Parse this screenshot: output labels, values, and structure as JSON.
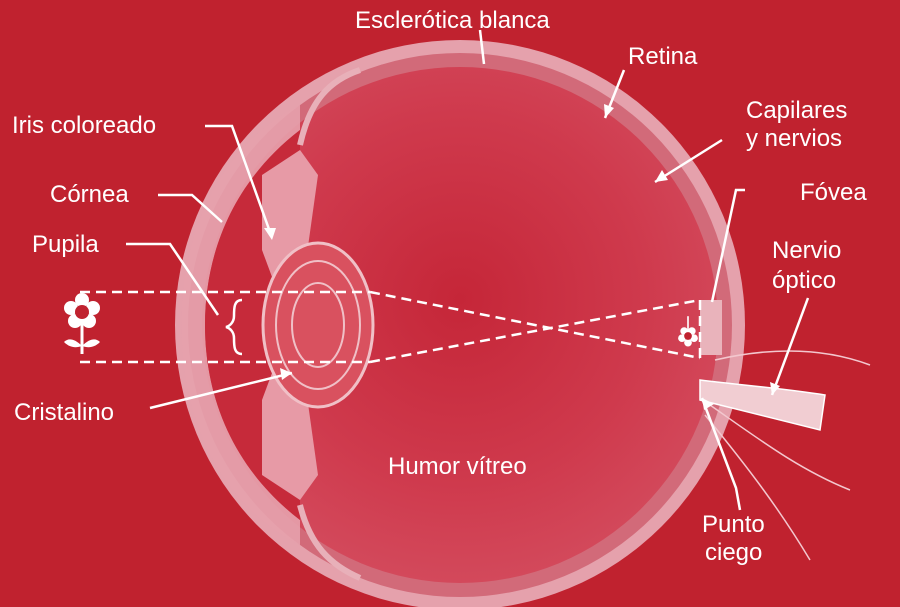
{
  "labels": {
    "sclera": "Esclerótica blanca",
    "retina": "Retina",
    "capillaries_line1": "Capilares",
    "capillaries_line2": "y nervios",
    "iris": "Iris coloreado",
    "cornea": "Córnea",
    "fovea": "Fóvea",
    "pupil": "Pupila",
    "optic_nerve_line1": "Nervio",
    "optic_nerve_line2": "óptico",
    "lens": "Cristalino",
    "vitreous": "Humor vítreo",
    "blind_spot_line1": "Punto",
    "blind_spot_line2": "ciego"
  },
  "icons": [
    "flower-icon",
    "inverted-flower-icon"
  ],
  "colors": {
    "background": "#c0222f",
    "eyeball": "#cd3a4c",
    "sclera": "#e7a6b1",
    "retina": "#d9707f",
    "line": "#ffffff"
  }
}
